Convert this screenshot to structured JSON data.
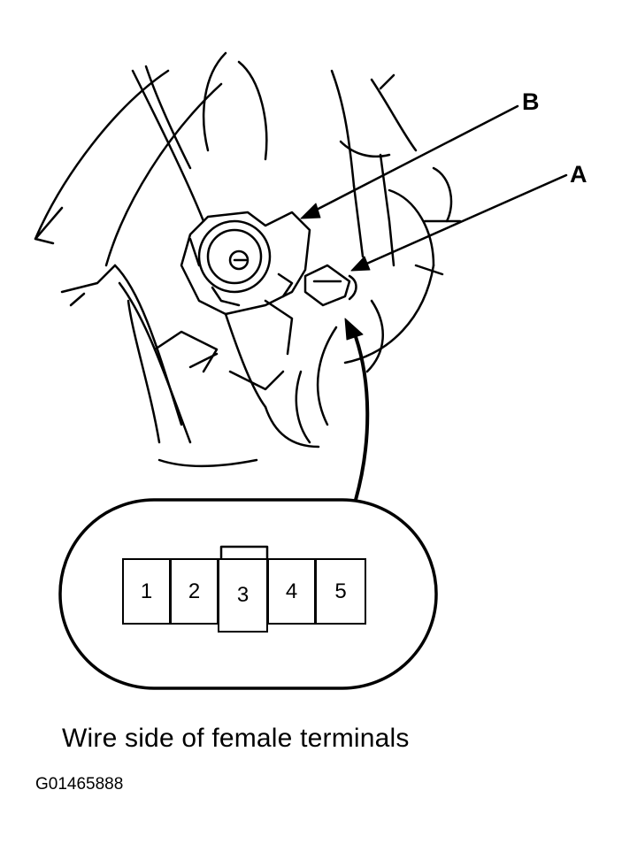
{
  "labels": {
    "callout_b": "B",
    "callout_a": "A"
  },
  "connector": {
    "terminals": [
      "1",
      "2",
      "3",
      "4",
      "5"
    ]
  },
  "caption": "Wire side of female terminals",
  "figure_id": "G01465888"
}
